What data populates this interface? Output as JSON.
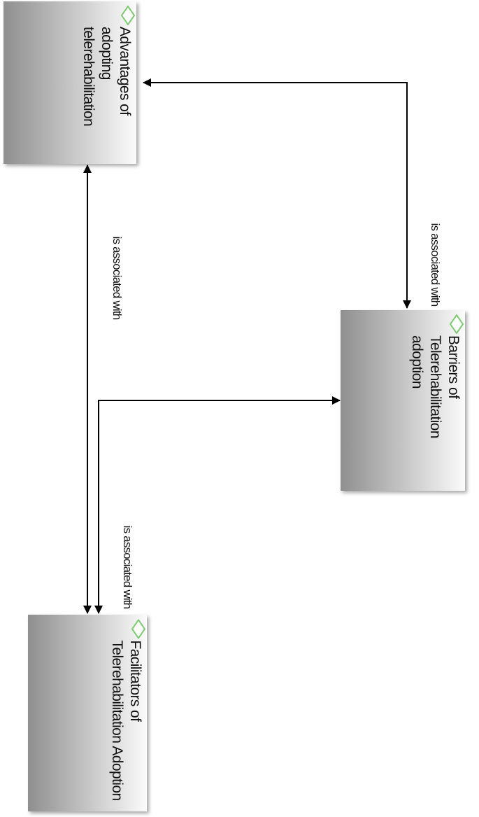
{
  "diagram": {
    "nodes": [
      {
        "id": "advantages",
        "label": "Advantages of adopting telerehabilitation"
      },
      {
        "id": "barriers",
        "label": "Barriers of Telerehabilitation adoption"
      },
      {
        "id": "facilitators",
        "label": "Facilitators of Telerehabilitation Adoption"
      }
    ],
    "edges": [
      {
        "from": "barriers",
        "to": "advantages",
        "label": "is associated with"
      },
      {
        "from": "advantages",
        "to": "facilitators",
        "label": "is associated with"
      },
      {
        "from": "facilitators",
        "to": "barriers",
        "label": "is associated with"
      }
    ]
  },
  "colors": {
    "node_gradient_dark": "#8f8f8f",
    "node_gradient_light": "#fbfbfb",
    "icon_stroke": "#7ecb72",
    "line": "#000000"
  },
  "icon_names": {
    "node": "diamond-icon"
  }
}
